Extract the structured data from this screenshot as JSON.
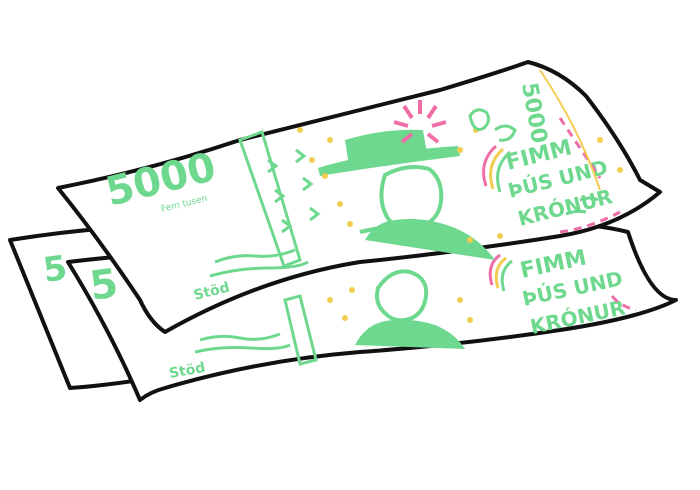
{
  "image": {
    "description_items": [
      "banknote-illustration"
    ],
    "colors": {
      "outline": "#111111",
      "green": "#6fd88f",
      "yellow": "#f3cd52",
      "pink": "#f06ea8",
      "paper": "#ffffff"
    }
  },
  "note_front": {
    "denomination": "5000",
    "sub": "Fem tusen",
    "denomination_corner": "5000",
    "text_lines": [
      "FIMM",
      "ÞÚS UND",
      "KRÓNUR"
    ],
    "signature": "Stöd"
  },
  "note_back": {
    "denomination": "5",
    "text_lines": [
      "FIMM",
      "ÞÚS UND",
      "KRÓNUR"
    ],
    "signature": "Stöd"
  },
  "note_far": {
    "denomination": "5"
  }
}
